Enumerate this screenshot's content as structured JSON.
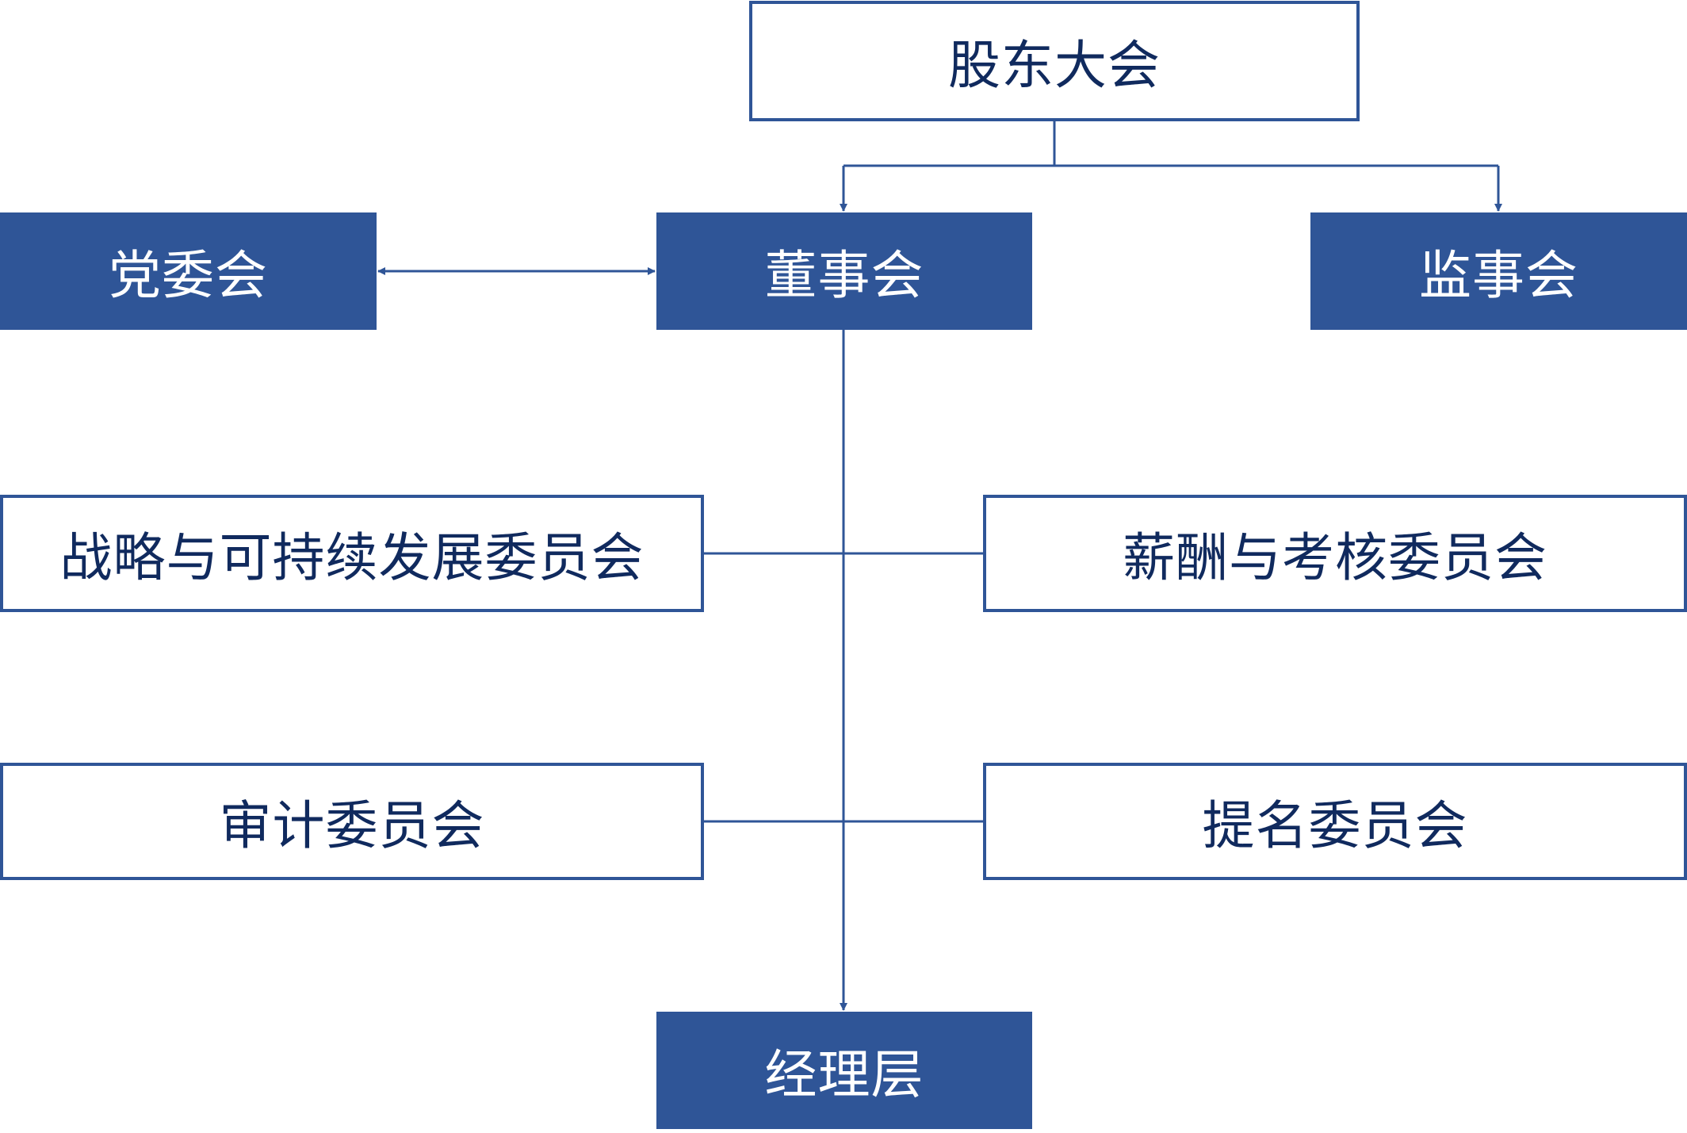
{
  "nodes": {
    "shareholders": "股东大会",
    "party_committee": "党委会",
    "board": "董事会",
    "supervisory_board": "监事会",
    "strategy_committee": "战略与可持续发展委员会",
    "compensation_committee": "薪酬与考核委员会",
    "audit_committee": "审计委员会",
    "nomination_committee": "提名委员会",
    "management": "经理层"
  },
  "colors": {
    "accent": "#2f5597",
    "outline_text": "#102a5e",
    "filled_text": "#ffffff",
    "background": "#ffffff"
  }
}
